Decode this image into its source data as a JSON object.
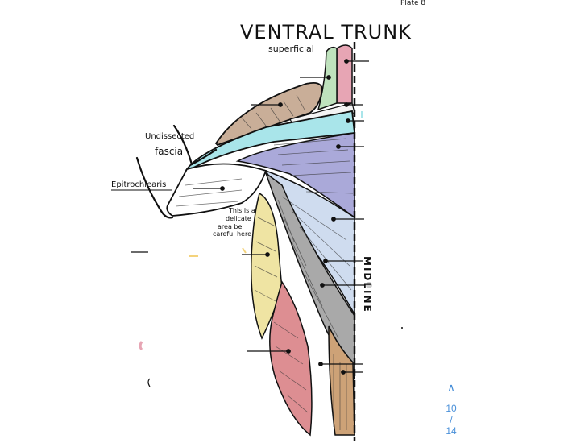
{
  "diagram": {
    "title": "Ventral Trunk",
    "subtitle": "superficial",
    "corner_note": "Plate 8",
    "labels": {
      "undissected_line1": "Undissected",
      "undissected_line2": "fascia",
      "epitrochlearis": "Epitrochlearis",
      "midline": "MIDLINE",
      "note_line1": "This is a",
      "note_line2": "delicate",
      "note_line3": "area be",
      "note_line4": "careful here"
    },
    "colors": {
      "tan": "#c9ae98",
      "green": "#bfe2bd",
      "pink": "#e7a5b4",
      "cyan": "#a9e5ea",
      "purple": "#aaa9d9",
      "lightblue": "#cfdcef",
      "gray": "#a9a9a9",
      "yellow": "#efe4a3",
      "red": "#dd8e92",
      "brown": "#cda277",
      "stroke": "#111111"
    }
  },
  "pager": {
    "current": "10",
    "separator": "/",
    "total": "14"
  }
}
